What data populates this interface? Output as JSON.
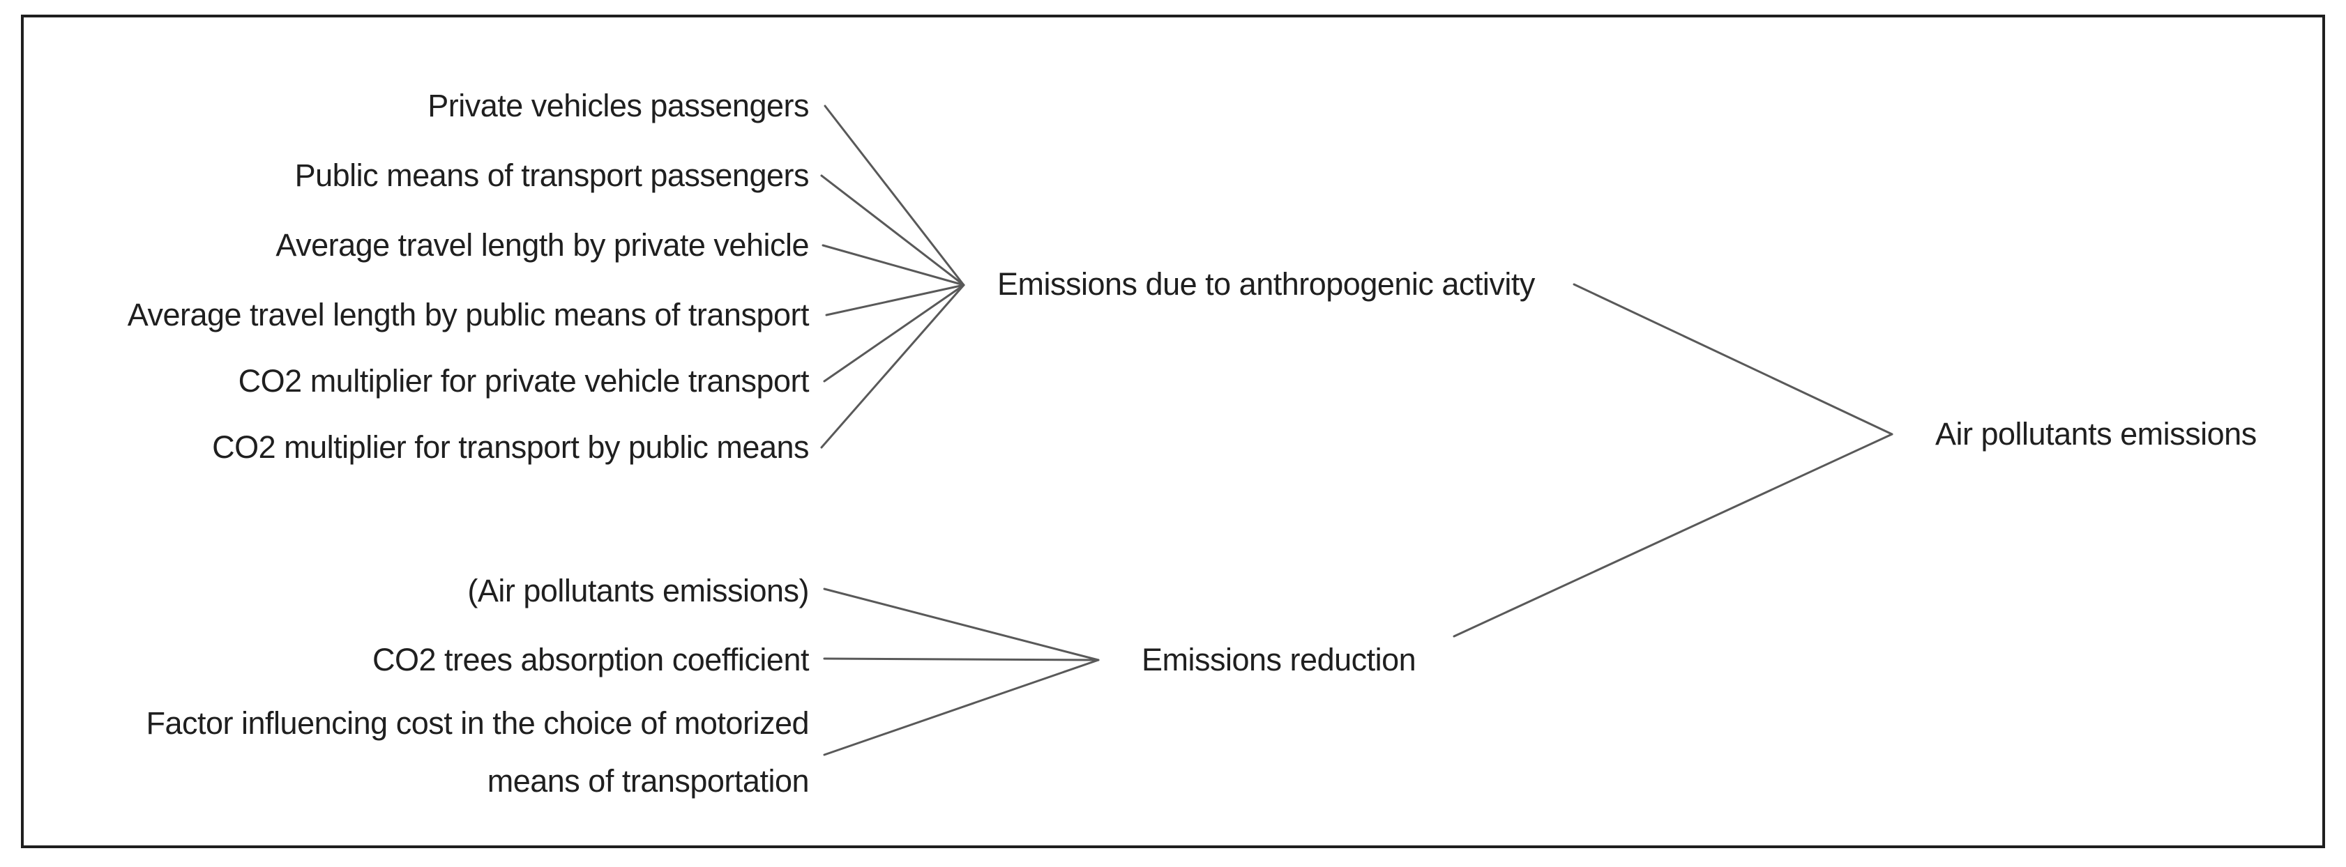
{
  "diagram": {
    "type": "causal-tree",
    "colors": {
      "background": "#ffffff",
      "border": "#1f1f1f",
      "line": "#595959",
      "text": "#1f1f1f"
    },
    "anthropogenic_inputs": {
      "items": [
        "Private vehicles passengers",
        "Public means of transport passengers",
        "Average travel length by private vehicle",
        "Average travel length by public means of transport",
        "CO2 multiplier for private vehicle transport",
        "CO2 multiplier for transport by public means"
      ]
    },
    "reduction_inputs": {
      "items": [
        "(Air pollutants emissions)",
        "CO2 trees absorption coefficient",
        "Factor influencing cost in the choice of motorized means of transportation"
      ]
    },
    "nodes": {
      "anthropogenic": "Emissions due to anthropogenic activity",
      "reduction": "Emissions reduction",
      "output": "Air pollutants emissions"
    },
    "edges": [
      {
        "from": "Private vehicles passengers",
        "to": "Emissions due to anthropogenic activity"
      },
      {
        "from": "Public means of transport passengers",
        "to": "Emissions due to anthropogenic activity"
      },
      {
        "from": "Average travel length by private vehicle",
        "to": "Emissions due to anthropogenic activity"
      },
      {
        "from": "Average travel length by public means of transport",
        "to": "Emissions due to anthropogenic activity"
      },
      {
        "from": "CO2 multiplier for private vehicle transport",
        "to": "Emissions due to anthropogenic activity"
      },
      {
        "from": "CO2 multiplier for transport by public means",
        "to": "Emissions due to anthropogenic activity"
      },
      {
        "from": "(Air pollutants emissions)",
        "to": "Emissions reduction"
      },
      {
        "from": "CO2 trees absorption coefficient",
        "to": "Emissions reduction"
      },
      {
        "from": "Factor influencing cost in the choice of motorized means of transportation",
        "to": "Emissions reduction"
      },
      {
        "from": "Emissions due to anthropogenic activity",
        "to": "Air pollutants emissions"
      },
      {
        "from": "Emissions reduction",
        "to": "Air pollutants emissions"
      }
    ]
  }
}
